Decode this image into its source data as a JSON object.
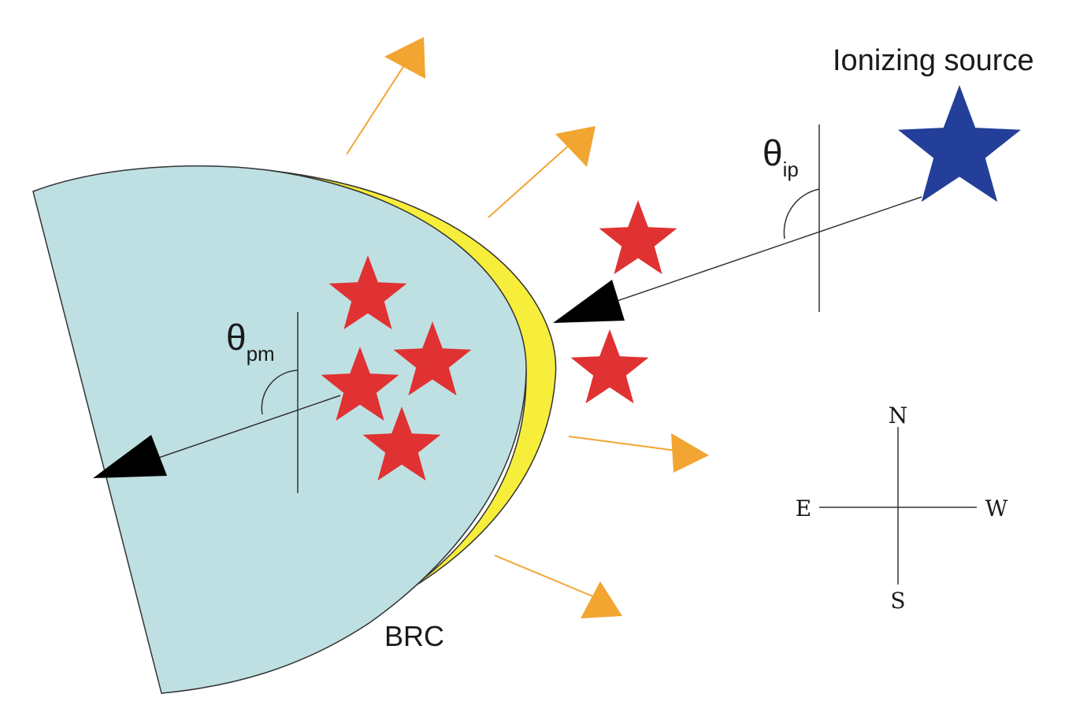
{
  "labels": {
    "source": "Ionizing source",
    "cloud": "BRC",
    "theta_symbol": "θ",
    "theta_ip_sub": "ip",
    "theta_pm_sub": "pm"
  },
  "compass": {
    "north": "N",
    "south": "S",
    "east": "E",
    "west": "W"
  },
  "colors": {
    "cloud_fill": "#bfe0e3",
    "rim_fill": "#f7ee3c",
    "star_red": "#e03232",
    "star_blue": "#233f9a",
    "outflow_orange": "#f2a531",
    "arrow_black": "#000000"
  }
}
